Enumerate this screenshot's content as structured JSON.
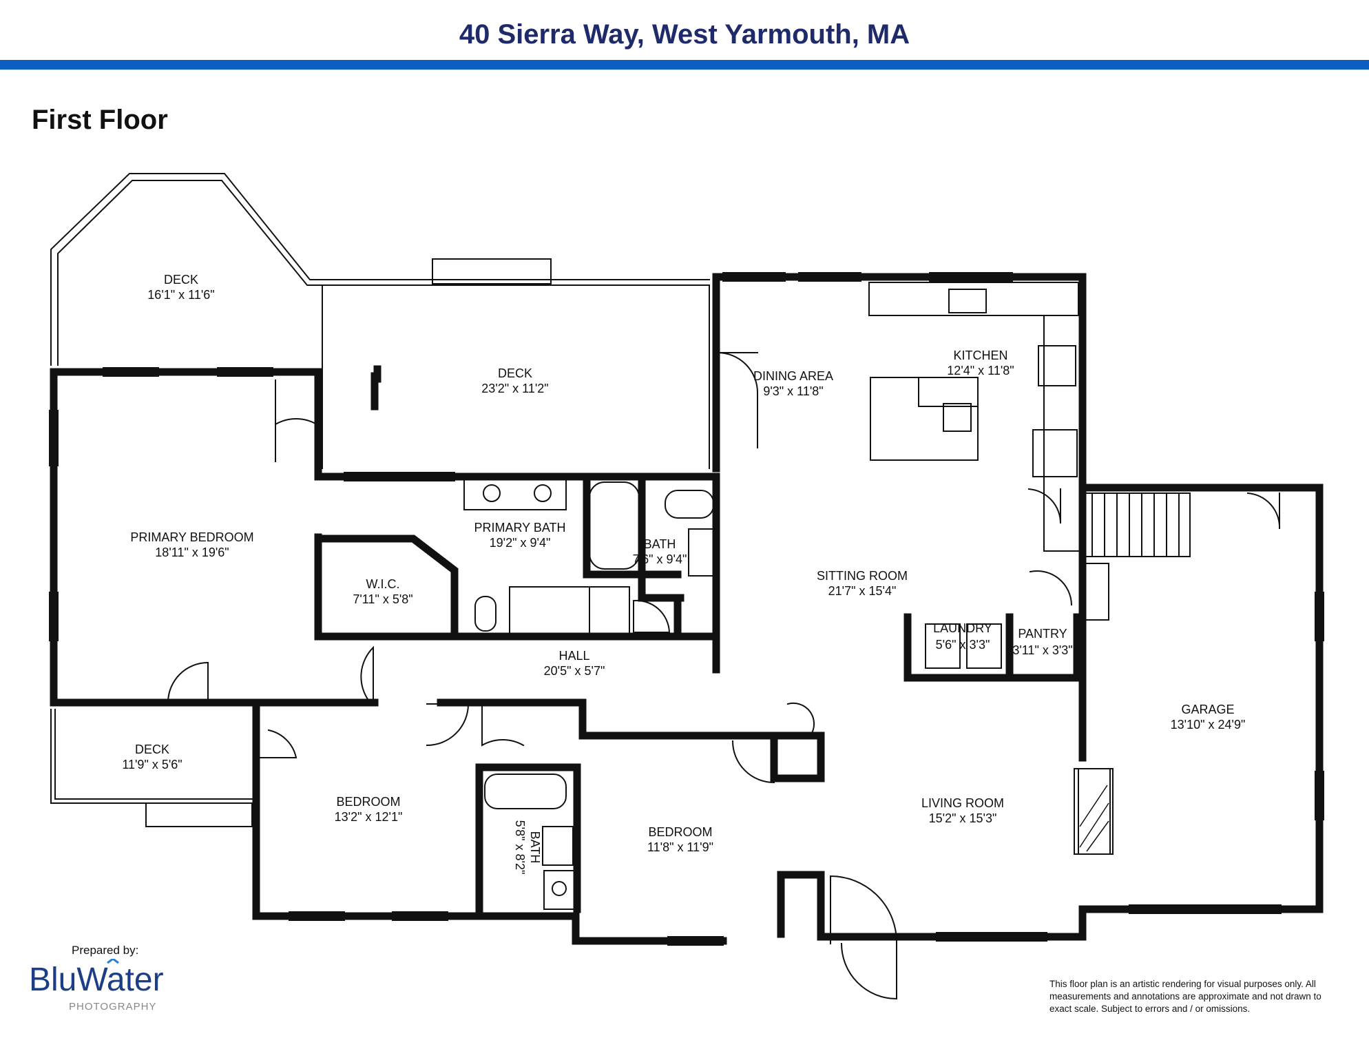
{
  "header": {
    "address": "40 Sierra Way, West Yarmouth, MA",
    "accent_color": "#0b5ec2",
    "title_color": "#1f2a6b"
  },
  "floor": {
    "name": "First Floor"
  },
  "rooms": {
    "deck_nw": {
      "name": "DECK",
      "dims": "16'1\" x 11'6\""
    },
    "deck_n": {
      "name": "DECK",
      "dims": "23'2\" x 11'2\""
    },
    "dining": {
      "name": "DINING AREA",
      "dims": "9'3\" x 11'8\""
    },
    "kitchen": {
      "name": "KITCHEN",
      "dims": "12'4\" x 11'8\""
    },
    "primary_bedroom": {
      "name": "PRIMARY BEDROOM",
      "dims": "18'11\" x 19'6\""
    },
    "primary_bath": {
      "name": "PRIMARY BATH",
      "dims": "19'2\" x 9'4\""
    },
    "bath_small": {
      "name": "BATH",
      "dims": "7'6\" x 9'4\""
    },
    "wic": {
      "name": "W.I.C.",
      "dims": "7'11\" x 5'8\""
    },
    "sitting": {
      "name": "SITTING ROOM",
      "dims": "21'7\" x 15'4\""
    },
    "laundry": {
      "name": "LAUNDRY",
      "dims": "5'6\" x 3'3\""
    },
    "pantry": {
      "name": "PANTRY",
      "dims": "3'11\" x 3'3\""
    },
    "hall": {
      "name": "HALL",
      "dims": "20'5\" x 5'7\""
    },
    "garage": {
      "name": "GARAGE",
      "dims": "13'10\" x 24'9\""
    },
    "deck_sw": {
      "name": "DECK",
      "dims": "11'9\" x 5'6\""
    },
    "bedroom_w": {
      "name": "BEDROOM",
      "dims": "13'2\" x 12'1\""
    },
    "bath_vertical": {
      "name": "BATH",
      "dims": "5'8\" x 8'2\""
    },
    "bedroom_c": {
      "name": "BEDROOM",
      "dims": "11'8\" x 11'9\""
    },
    "living": {
      "name": "LIVING ROOM",
      "dims": "15'2\" x 15'3\""
    }
  },
  "footer": {
    "prepared_by": "Prepared by:",
    "logo_text": "BluWater",
    "logo_sub": "PHOTOGRAPHY",
    "disclaimer": "This floor plan is an artistic rendering for visual purposes only.  All measurements and annotations are approximate and not drawn to exact scale. Subject to errors and / or omissions.",
    "logo_color": "#1b3e86",
    "logo_accent": "#2a7fd0"
  }
}
